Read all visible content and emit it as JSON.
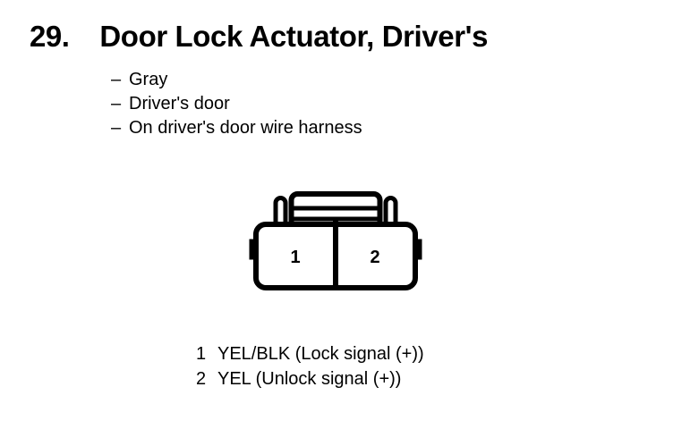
{
  "heading": {
    "number": "29.",
    "title": "Door Lock Actuator, Driver's"
  },
  "bullets": {
    "dash": "–",
    "items": [
      "Gray",
      "Driver's door",
      "On driver's door wire harness"
    ]
  },
  "connector": {
    "name": "2-pin-connector-diagram",
    "pins": [
      {
        "number": "1"
      },
      {
        "number": "2"
      }
    ],
    "stroke_color": "#000000",
    "fill_color": "#ffffff"
  },
  "pin_legend": [
    {
      "pin": "1",
      "description": "YEL/BLK (Lock signal (+))"
    },
    {
      "pin": "2",
      "description": "YEL (Unlock signal (+))"
    }
  ]
}
